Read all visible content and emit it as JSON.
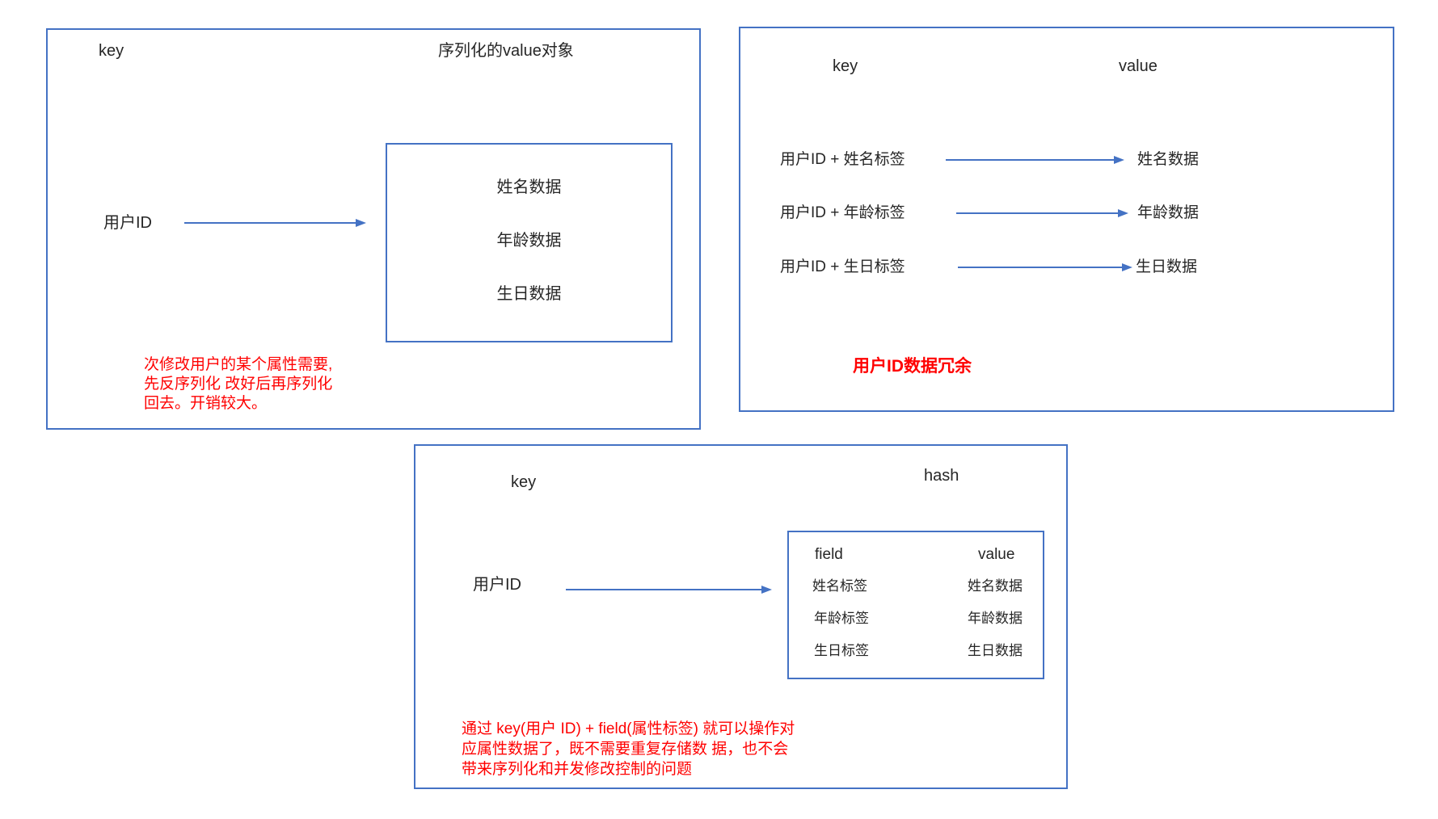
{
  "colors": {
    "border": "#4472C4",
    "arrow": "#4472C4",
    "text": "#262626",
    "red": "#FF0000"
  },
  "panel_serialized": {
    "key_header": "key",
    "value_header": "序列化的value对象",
    "key_item": "用户ID",
    "box_items": [
      "姓名数据",
      "年龄数据",
      "生日数据"
    ],
    "note_lines": [
      "次修改用户的某个属性需要,",
      "先反序列化 改好后再序列化",
      "回去。开销较大。"
    ]
  },
  "panel_redundant": {
    "key_header": "key",
    "value_header": "value",
    "rows": [
      {
        "key": "用户ID + 姓名标签",
        "value": "姓名数据"
      },
      {
        "key": "用户ID + 年龄标签",
        "value": "年龄数据"
      },
      {
        "key": "用户ID + 生日标签",
        "value": "生日数据"
      }
    ],
    "note": "用户ID数据冗余"
  },
  "panel_hash": {
    "key_header": "key",
    "value_header": "hash",
    "key_item": "用户ID",
    "table": {
      "field_header": "field",
      "value_header": "value",
      "rows": [
        {
          "field": "姓名标签",
          "value": "姓名数据"
        },
        {
          "field": "年龄标签",
          "value": "年龄数据"
        },
        {
          "field": "生日标签",
          "value": "生日数据"
        }
      ]
    },
    "note_lines": [
      "通过 key(用户 ID) + field(属性标签) 就可以操作对",
      "应属性数据了，既不需要重复存储数 据，也不会",
      "带来序列化和并发修改控制的问题"
    ]
  }
}
